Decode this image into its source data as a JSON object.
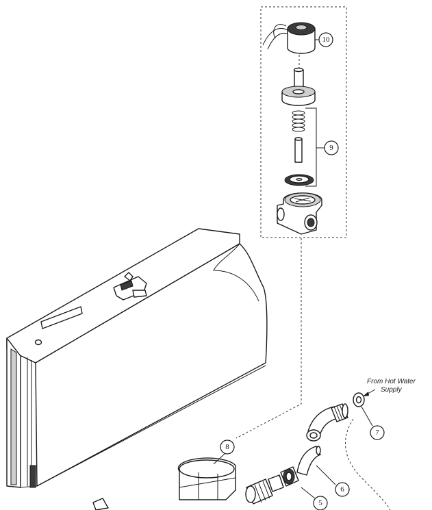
{
  "callouts": {
    "c10": "10",
    "c9": "9",
    "c8": "8",
    "c7": "7",
    "c6": "6",
    "c5": "5"
  },
  "supply_note": {
    "line1": "From Hot Water",
    "line2": "Supply"
  }
}
